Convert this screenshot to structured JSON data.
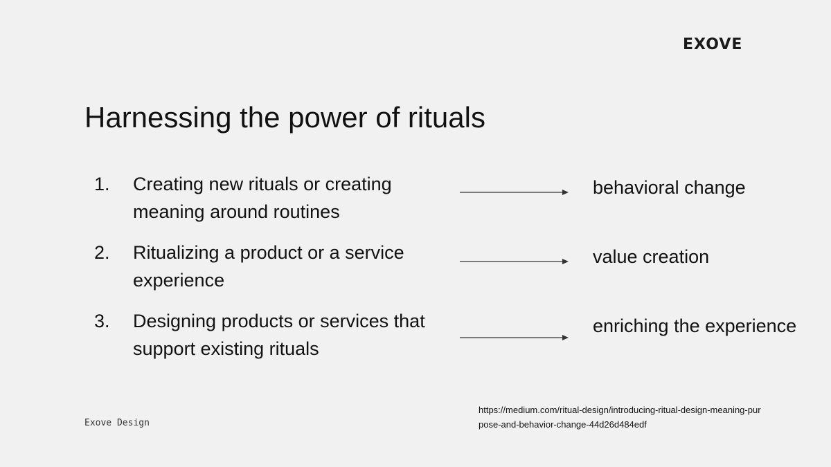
{
  "logo": {
    "text": "EXOVE"
  },
  "slide": {
    "title": "Harnessing the power of rituals",
    "items": [
      {
        "number": "1.",
        "text": "Creating new rituals or creating meaning around routines",
        "result": "behavioral change"
      },
      {
        "number": "2.",
        "text": "Ritualizing a product or a service experience",
        "result": "value creation"
      },
      {
        "number": "3.",
        "text": "Designing products or services that support existing rituals",
        "result": "enriching the experience"
      }
    ],
    "arrow_icon": "right-arrow-icon"
  },
  "footer": {
    "left_text": "Exove Design",
    "source_line1": "https://medium.com/ritual-design/introducing-ritual-design-meaning-pur",
    "source_line2": "pose-and-behavior-change-44d26d484edf"
  },
  "colors": {
    "background": "#f1f1f1",
    "text": "#111111",
    "arrow": "#333333"
  }
}
